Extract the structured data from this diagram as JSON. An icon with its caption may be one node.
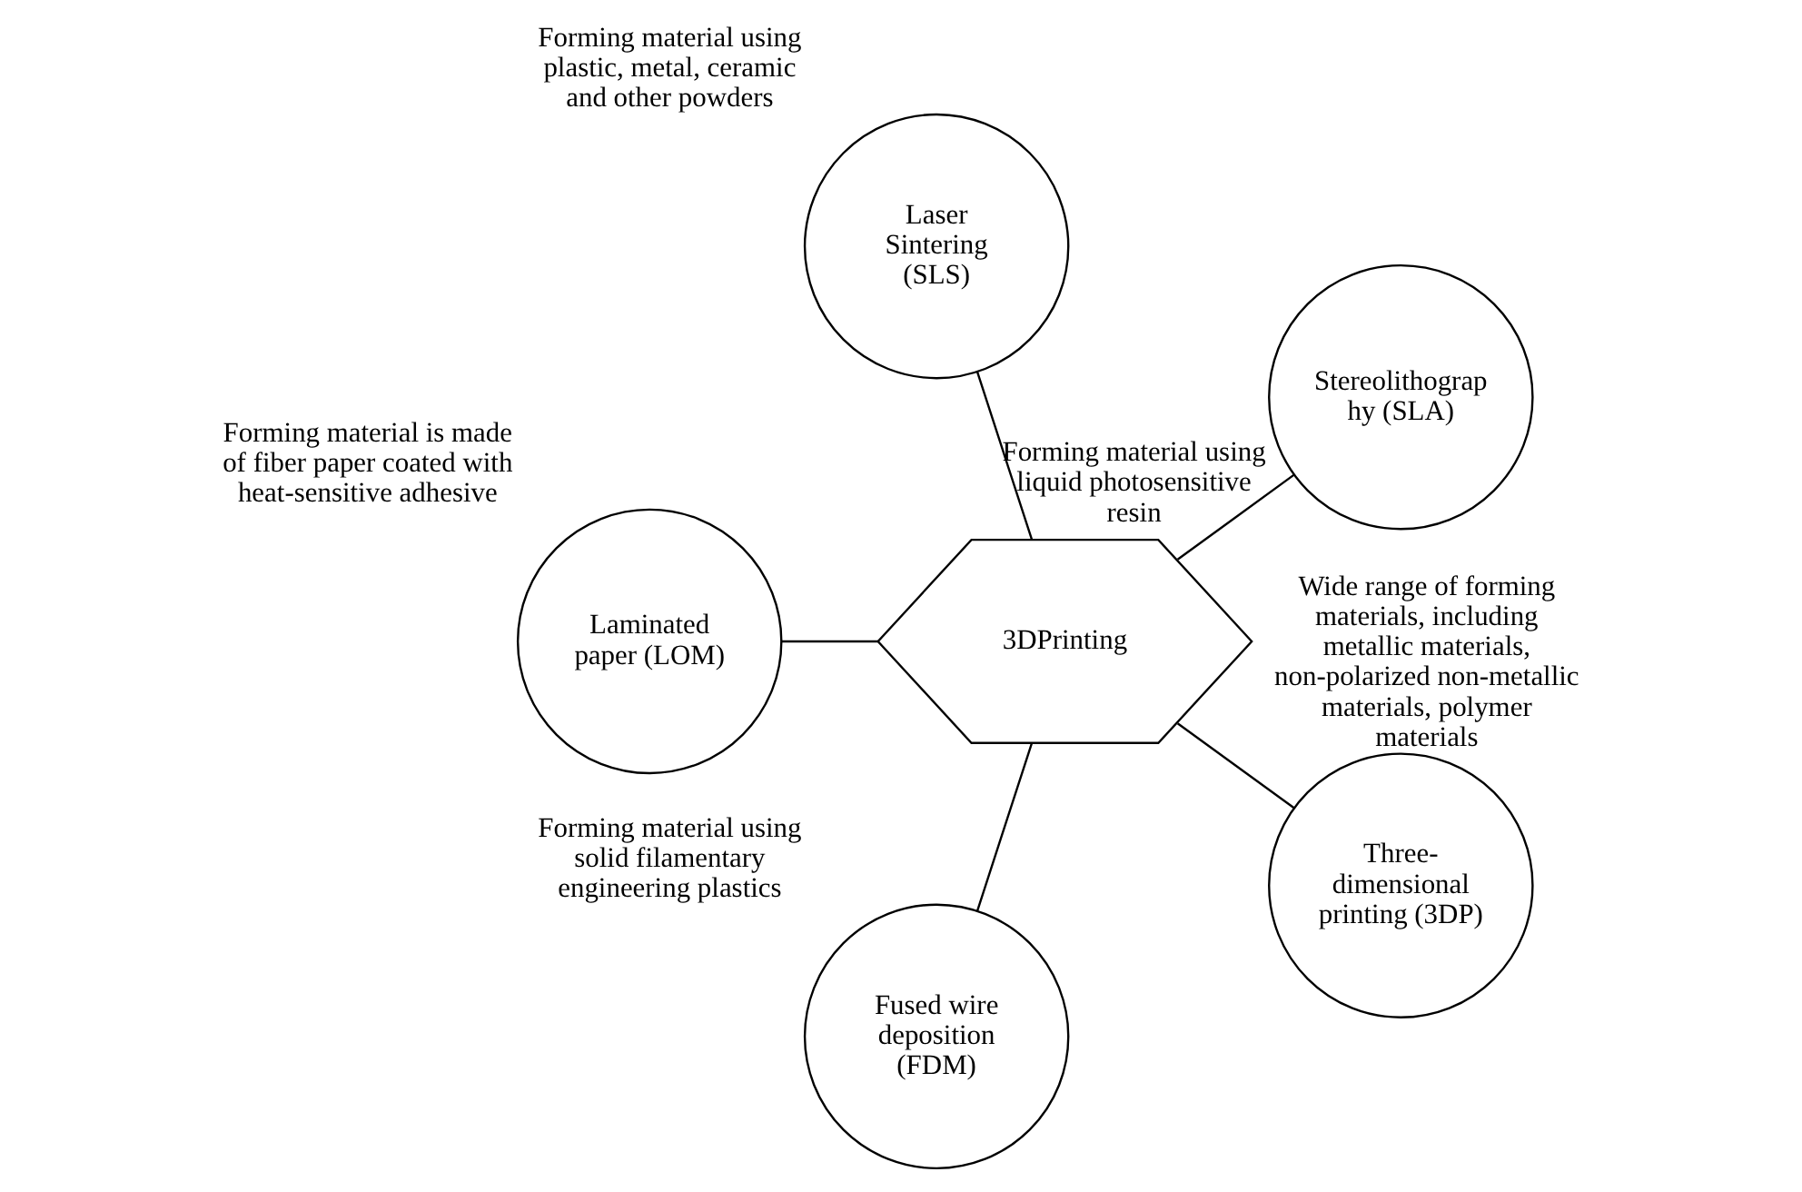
{
  "diagram": {
    "nodes": [
      {
        "text": [
          "3DPrinting"
        ]
      },
      {
        "text": [
          "Stereolithograp hy (SLA)"
        ],
        "beside": [
          "Forming material using liquid photosensitive resin"
        ]
      },
      {
        "text": [
          "Three- dimensional printing (3DP)"
        ],
        "beside": [
          "Wide range of forming materials, including metallic materials, non-polarized non-metallic materials, polymer materials"
        ]
      },
      {
        "text": [
          "Fused wire deposition (FDM)"
        ],
        "beside": [
          "Forming material using solid filamentary engineering plastics"
        ]
      },
      {
        "text": [
          "Laminated paper (LOM)"
        ],
        "beside": [
          "Forming material is made of fiber paper coated with heat-sensitive adhesive"
        ]
      },
      {
        "text": [
          "Laser Sintering (SLS)"
        ],
        "beside": [
          "Forming material using plastic, metal, ceramic and other powders"
        ]
      }
    ],
    "edges": [
      {
        "from": 0,
        "to": 1,
        "arrow": "none"
      },
      {
        "from": 0,
        "to": 2,
        "arrow": "none"
      },
      {
        "from": 0,
        "to": 3,
        "arrow": "none"
      },
      {
        "from": 0,
        "to": 4,
        "arrow": "none"
      },
      {
        "from": 0,
        "to": 5,
        "arrow": "none"
      }
    ]
  }
}
